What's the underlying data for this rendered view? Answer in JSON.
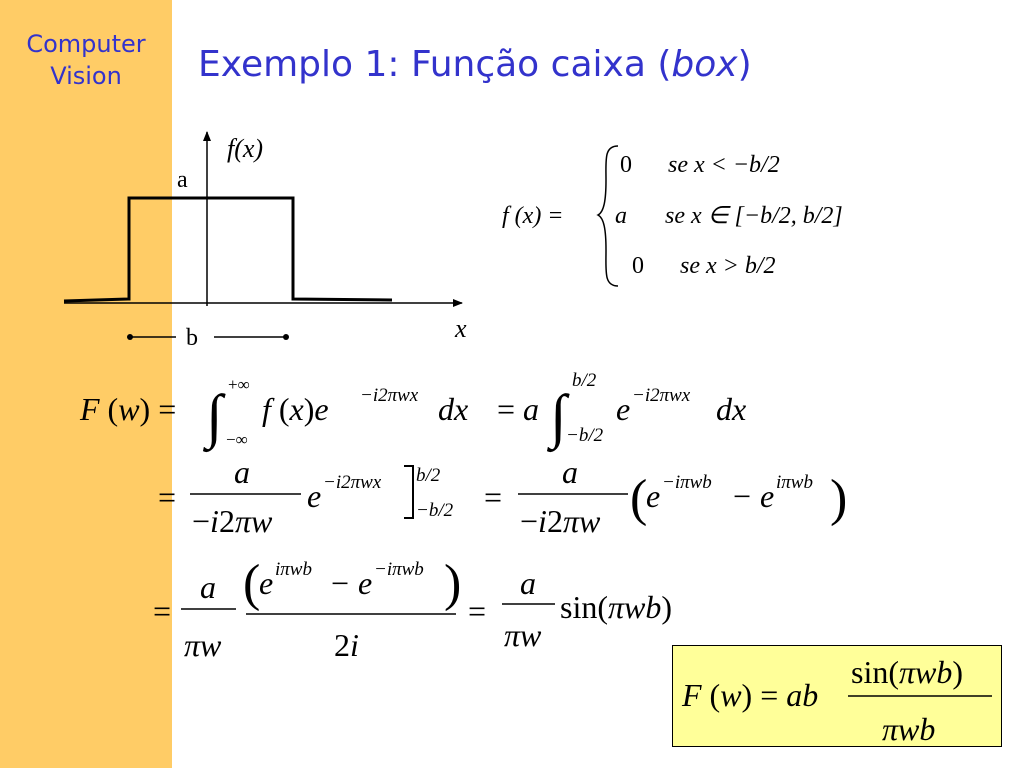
{
  "sidebar": {
    "line1": "Computer",
    "line2": "Vision"
  },
  "slide": {
    "title_prefix": "Exemplo 1: Função caixa (",
    "title_italic": "box",
    "title_suffix": ")"
  },
  "graph": {
    "fx": "f(x)",
    "a": "a",
    "b": "b",
    "x": "x"
  },
  "piecewise": {
    "lhs": "f (x) =",
    "rows": [
      {
        "val": "0",
        "cond": "se x < −b/2"
      },
      {
        "val": "a",
        "cond": "se x ∈ [−b/2, b/2]"
      },
      {
        "val": "0",
        "cond": "se x > b/2"
      }
    ]
  },
  "colors": {
    "sidebar": "#FFCC66",
    "title": "#3333CC",
    "result_box": "#FFFF99"
  }
}
